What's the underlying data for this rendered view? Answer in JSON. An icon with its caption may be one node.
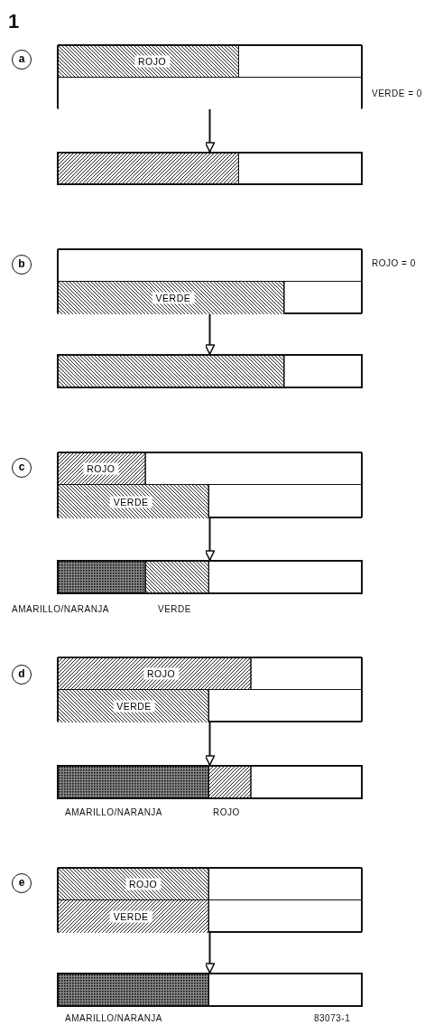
{
  "diagram": {
    "title": "1",
    "nodes": [
      {
        "text": [],
        "shape": "box"
      },
      {
        "text": [
          "ROJO"
        ],
        "in": 0
      },
      {
        "text": [],
        "shape": "bar",
        "in": 0
      },
      {
        "text": [],
        "shape": "bar"
      },
      {
        "text": [],
        "shape": "box"
      },
      {
        "text": [],
        "shape": "bar",
        "in": 4
      },
      {
        "text": [
          "VERDE"
        ],
        "in": 4
      },
      {
        "text": [],
        "shape": "bar"
      },
      {
        "text": [],
        "shape": "box"
      },
      {
        "text": [
          "ROJO"
        ],
        "in": 8
      },
      {
        "text": [
          "VERDE"
        ],
        "in": 8
      },
      {
        "text": [],
        "shape": "bar"
      },
      {
        "text": [],
        "shape": "box"
      },
      {
        "text": [
          "ROJO"
        ],
        "in": 12
      },
      {
        "text": [
          "VERDE"
        ],
        "in": 12
      },
      {
        "text": [],
        "shape": "bar"
      },
      {
        "text": [],
        "shape": "box"
      },
      {
        "text": [
          "ROJO"
        ],
        "in": 16
      },
      {
        "text": [
          "VERDE"
        ],
        "in": 16
      },
      {
        "text": [],
        "shape": "bar"
      }
    ],
    "edges": [
      {
        "from": 0,
        "to": 3,
        "arrow": "to"
      },
      {
        "from": 4,
        "to": 7,
        "arrow": "to"
      },
      {
        "from": 8,
        "to": 11,
        "arrow": "to"
      },
      {
        "from": 12,
        "to": 15,
        "arrow": "to"
      },
      {
        "from": 16,
        "to": 19,
        "arrow": "to"
      }
    ],
    "labels": [
      "a",
      "VERDE = 0",
      "b",
      "ROJO = 0",
      "c",
      "AMARILLO/NARANJA",
      "VERDE",
      "d",
      "AMARILLO/NARANJA",
      "ROJO",
      "e",
      "AMARILLO/NARANJA",
      "83073-1"
    ]
  }
}
